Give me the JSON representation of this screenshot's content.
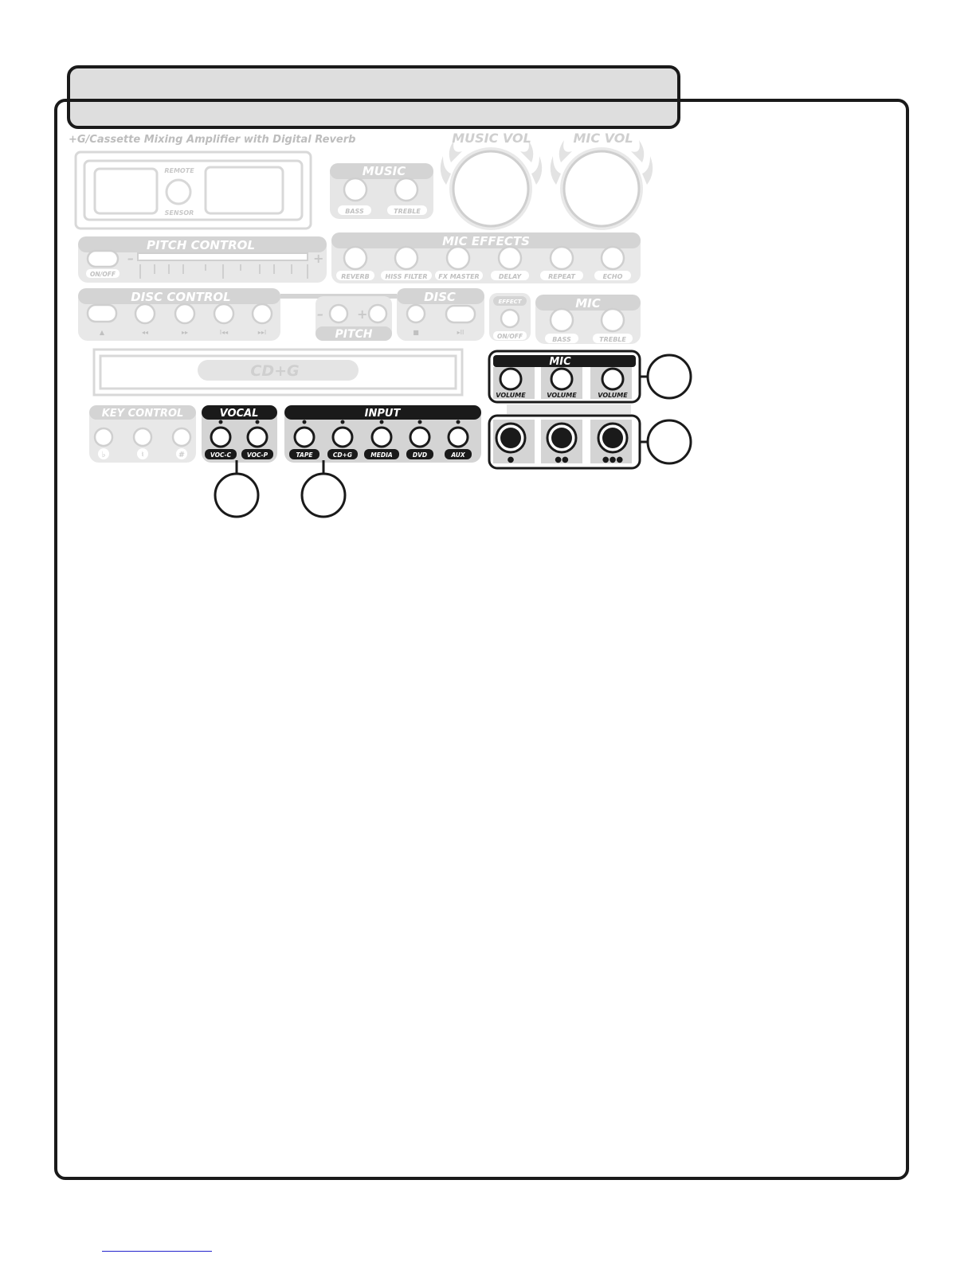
{
  "subtitle": "+G/Cassette Mixing Amplifier with Digital Reverb",
  "remote": {
    "top": "REMOTE",
    "bottom": "SENSOR"
  },
  "music": {
    "title": "MUSIC",
    "bass": "BASS",
    "treble": "TREBLE"
  },
  "knobs": {
    "music_vol": "MUSIC VOL",
    "mic_vol": "MIC VOL"
  },
  "pitch_control": {
    "title": "PITCH CONTROL",
    "onoff": "ON/OFF",
    "minus": "–",
    "plus": "+"
  },
  "mic_effects": {
    "title": "MIC EFFECTS",
    "items": [
      "REVERB",
      "HISS FILTER",
      "FX MASTER",
      "DELAY",
      "REPEAT",
      "ECHO"
    ]
  },
  "disc_control": {
    "title": "DISC CONTROL",
    "icons": [
      "▲",
      "◂◂",
      "▸▸",
      "I◂◂",
      "▸▸I"
    ]
  },
  "pitch": {
    "title": "PITCH",
    "minus": "–",
    "plus": "+"
  },
  "disc": {
    "title": "DISC",
    "stop": "■",
    "play": "▸II"
  },
  "effect": {
    "title": "EFFECT",
    "onoff": "ON/OFF"
  },
  "mic_tone": {
    "title": "MIC",
    "bass": "BASS",
    "treble": "TREBLE"
  },
  "display": {
    "label": "CD+G"
  },
  "mic_volume": {
    "title": "MIC",
    "items": [
      "VOLUME",
      "VOLUME",
      "VOLUME"
    ]
  },
  "mic_jacks": {
    "items": [
      "●",
      "●●",
      "●●●"
    ]
  },
  "key_control": {
    "title": "KEY CONTROL",
    "items": [
      "♭",
      "♮",
      "#"
    ]
  },
  "vocal": {
    "title": "VOCAL",
    "items": [
      "VOC-C",
      "VOC-P"
    ]
  },
  "input": {
    "title": "INPUT",
    "items": [
      "TAPE",
      "CD+G",
      "MEDIA",
      "DVD",
      "AUX"
    ]
  },
  "colors": {
    "panel_light": "#e6e6e6",
    "panel_mid": "#d2d2d2",
    "label_grey": "#bdbdbd",
    "dark": "#1a1a1a",
    "white": "#ffffff"
  }
}
